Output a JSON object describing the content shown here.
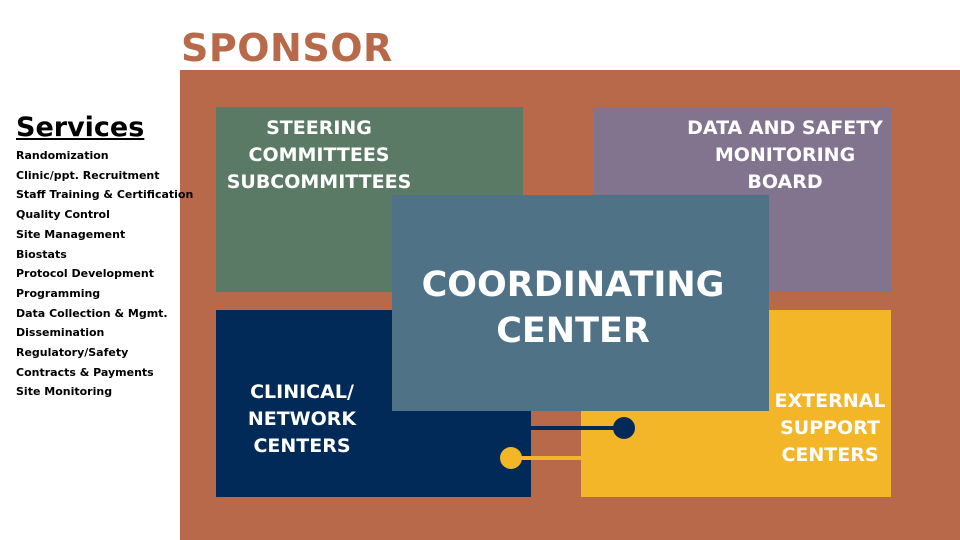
{
  "sponsor": {
    "label": "SPONSOR"
  },
  "services": {
    "title": "Services",
    "items": [
      "Randomization",
      "Clinic/ppt. Recruitment",
      "Staff Training & Certification",
      "Quality Control",
      "Site Management",
      "Biostats",
      "Protocol Development",
      "Programming",
      "Data Collection & Mgmt.",
      "Dissemination",
      "Regulatory/Safety",
      "Contracts & Payments",
      "Site Monitoring"
    ]
  },
  "boxes": {
    "steering": {
      "label": "STEERING\nCOMMITTEES\nSUBCOMMITTEES"
    },
    "dsmb": {
      "label": "DATA AND SAFETY\nMONITORING\nBOARD"
    },
    "clinical": {
      "label": "CLINICAL/\nNETWORK\nCENTERS"
    },
    "external": {
      "label": "EXTERNAL\nSUPPORT\nCENTERS"
    },
    "coordinating": {
      "label": "COORDINATING\nCENTER"
    }
  },
  "colors": {
    "sponsor": "#b8694a",
    "steering": "#5a7a66",
    "dsmb": "#82738f",
    "clinical": "#012a58",
    "external": "#f2b628",
    "coordinating": "#4f7287"
  }
}
